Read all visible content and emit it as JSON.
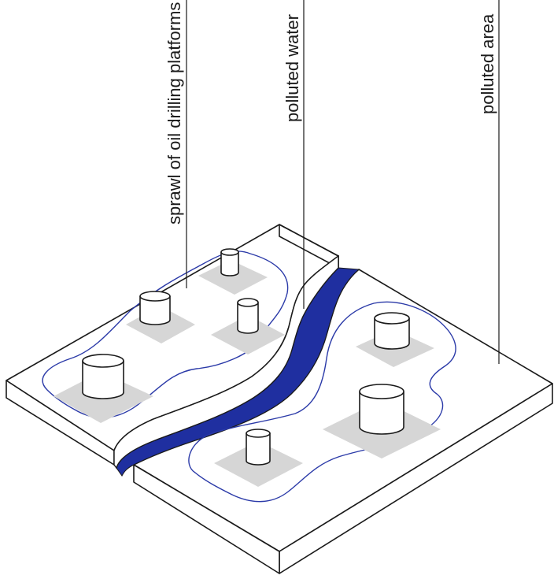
{
  "labels": {
    "sprawl": "sprawl of oil drilling platforms",
    "water": "polluted water",
    "area": "polluted area"
  },
  "colors": {
    "water": "#1f2fa0",
    "contour": "#2b3aa8",
    "pad": "#d6d6d6",
    "ink": "#1a1a1a"
  }
}
